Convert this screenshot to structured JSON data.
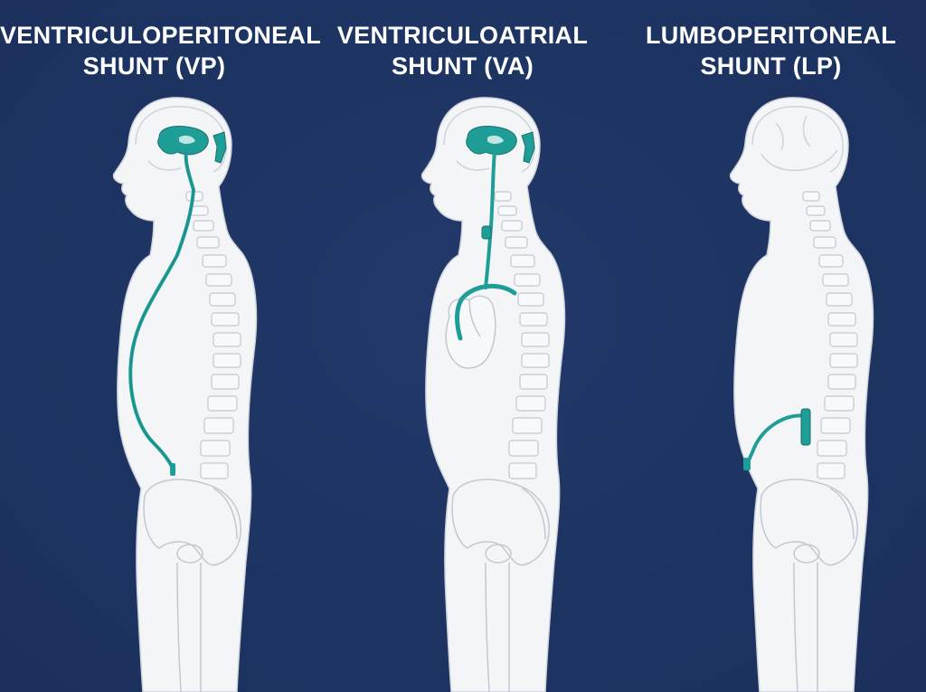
{
  "panels": [
    {
      "title_line1": "VENTRICULOPERITONEAL",
      "title_line2": "SHUNT (VP)"
    },
    {
      "title_line1": "VENTRICULOATRIAL",
      "title_line2": "SHUNT (VA)"
    },
    {
      "title_line1": "LUMBOPERITONEAL",
      "title_line2": "SHUNT (LP)"
    }
  ],
  "colors": {
    "background": "#1e3463",
    "body_fill": "#f4f5f7",
    "outline": "#c9ced8",
    "shunt": "#1f9e98",
    "title": "#ffffff"
  }
}
